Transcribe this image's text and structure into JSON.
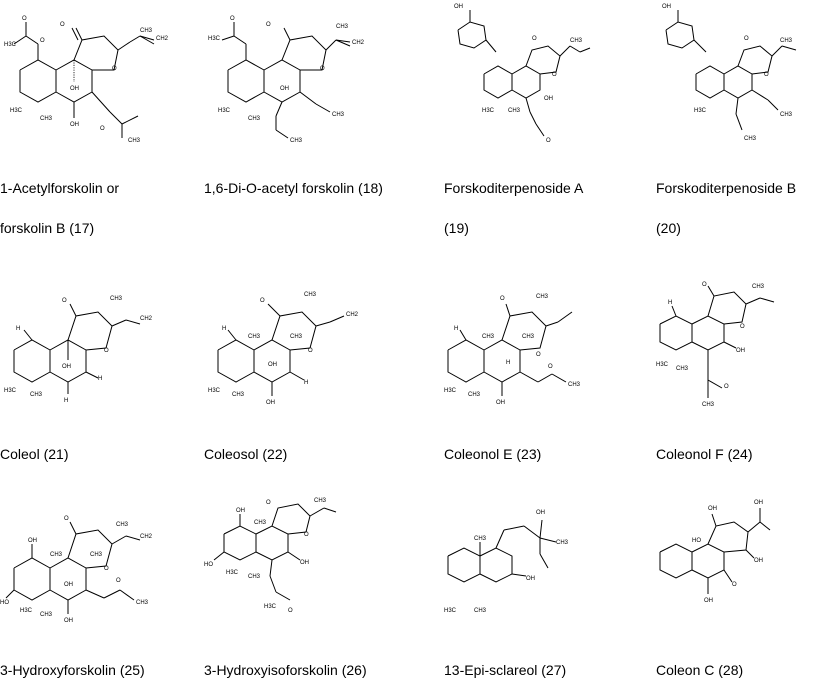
{
  "compounds": [
    {
      "id": "17",
      "label_lines": [
        "1-Acetylforskolin or",
        "forskolin B (17)"
      ]
    },
    {
      "id": "18",
      "label_lines": [
        "1,6-Di-O-acetyl forskolin (18)"
      ]
    },
    {
      "id": "19",
      "label_lines": [
        "Forskoditerpenoside A",
        "(19)"
      ]
    },
    {
      "id": "20",
      "label_lines": [
        "Forskoditerpenoside B",
        "(20)"
      ]
    },
    {
      "id": "21",
      "label_lines": [
        "Coleol (21)"
      ]
    },
    {
      "id": "22",
      "label_lines": [
        "Coleosol (22)"
      ]
    },
    {
      "id": "23",
      "label_lines": [
        "Coleonol E (23)"
      ]
    },
    {
      "id": "24",
      "label_lines": [
        "Coleonol F (24)"
      ]
    },
    {
      "id": "25",
      "label_lines": [
        "3-Hydroxyforskolin (25)"
      ]
    },
    {
      "id": "26",
      "label_lines": [
        "3-Hydroxyisoforskolin (26)"
      ]
    },
    {
      "id": "27",
      "label_lines": [
        "13-Epi-sclareol (27)"
      ]
    },
    {
      "id": "28",
      "label_lines": [
        "Coleon C (28)"
      ]
    }
  ],
  "atom_labels": {
    "ch3": "CH3",
    "h3c": "H3C",
    "oh": "OH",
    "o": "O",
    "h": "H",
    "ch2": "CH2",
    "h3c_acetyl": "H3C"
  }
}
